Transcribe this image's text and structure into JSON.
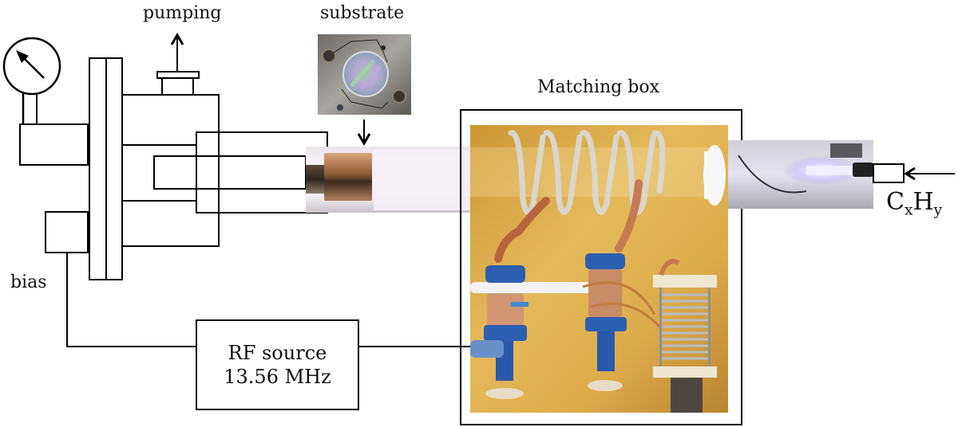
{
  "figure": {
    "description": "Schematic of a plasma deposition setup with RF source and matching box",
    "labels": {
      "pumping": "pumping",
      "substrate": "substrate",
      "matching_box": "Matching box",
      "bias": "bias",
      "rf_source_line1": "RF source",
      "rf_source_line2": "13.56 MHz",
      "gas_main_c": "C",
      "gas_sub_x": "x",
      "gas_main_h": "H",
      "gas_sub_y": "y"
    },
    "components": [
      {
        "id": "pressure-gauge",
        "kind": "gauge"
      },
      {
        "id": "vacuum-chamber",
        "kind": "chamber"
      },
      {
        "id": "pumping-port",
        "kind": "port",
        "flow": "out"
      },
      {
        "id": "substrate-holder",
        "kind": "photo"
      },
      {
        "id": "plasma-tube",
        "kind": "photo"
      },
      {
        "id": "matching-box",
        "kind": "photo-box"
      },
      {
        "id": "gas-inlet",
        "kind": "port",
        "flow": "in"
      },
      {
        "id": "rf-source",
        "kind": "box"
      },
      {
        "id": "bias-box",
        "kind": "box"
      }
    ],
    "colors": {
      "line": "#000000",
      "background": "#ffffff",
      "copper": "#b8733a",
      "gold_panel": "#d9a640",
      "blue_capacitor": "#2c5fb0",
      "plasma_glow": "#f1e8f4"
    }
  }
}
